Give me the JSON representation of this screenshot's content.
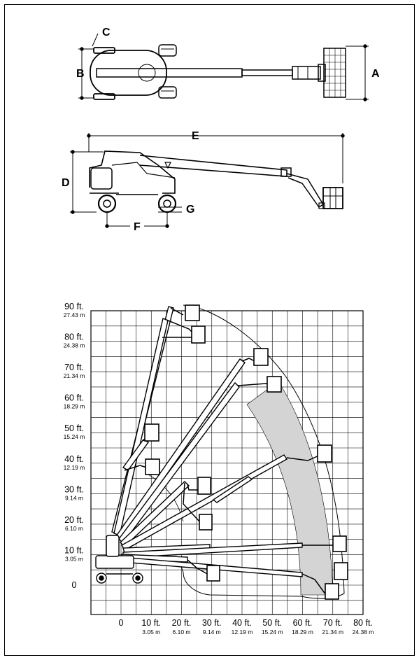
{
  "diagram": {
    "top_view_labels": {
      "a": "A",
      "b": "B",
      "c": "C"
    },
    "side_view_labels": {
      "d": "D",
      "e": "E",
      "f": "F",
      "g": "G"
    }
  },
  "chart_data": {
    "type": "working-envelope",
    "y_ticks": [
      {
        "ft": "90 ft.",
        "m": "27.43 m"
      },
      {
        "ft": "80 ft.",
        "m": "24.38 m"
      },
      {
        "ft": "70 ft.",
        "m": "21.34 m"
      },
      {
        "ft": "60 ft.",
        "m": "18.29 m"
      },
      {
        "ft": "50 ft.",
        "m": "15.24 m"
      },
      {
        "ft": "40 ft.",
        "m": "12.19 m"
      },
      {
        "ft": "30 ft.",
        "m": "9.14 m"
      },
      {
        "ft": "20 ft.",
        "m": "6.10 m"
      },
      {
        "ft": "10 ft.",
        "m": "3.05 m"
      },
      {
        "ft": "0",
        "m": ""
      }
    ],
    "x_ticks": [
      {
        "ft": "0",
        "m": ""
      },
      {
        "ft": "10 ft.",
        "m": "3.05 m"
      },
      {
        "ft": "20 ft.",
        "m": "6.10 m"
      },
      {
        "ft": "30 ft.",
        "m": "9.14 m"
      },
      {
        "ft": "40 ft.",
        "m": "12.19 m"
      },
      {
        "ft": "50 ft.",
        "m": "15.24 m"
      },
      {
        "ft": "60 ft.",
        "m": "18.29 m"
      },
      {
        "ft": "70 ft.",
        "m": "21.34 m"
      },
      {
        "ft": "80 ft.",
        "m": "24.38 m"
      }
    ],
    "y_range_ft": [
      0,
      90
    ],
    "x_range_ft": [
      0,
      80
    ],
    "grid": true,
    "shaded_zone_color": "#d4d4d4"
  }
}
